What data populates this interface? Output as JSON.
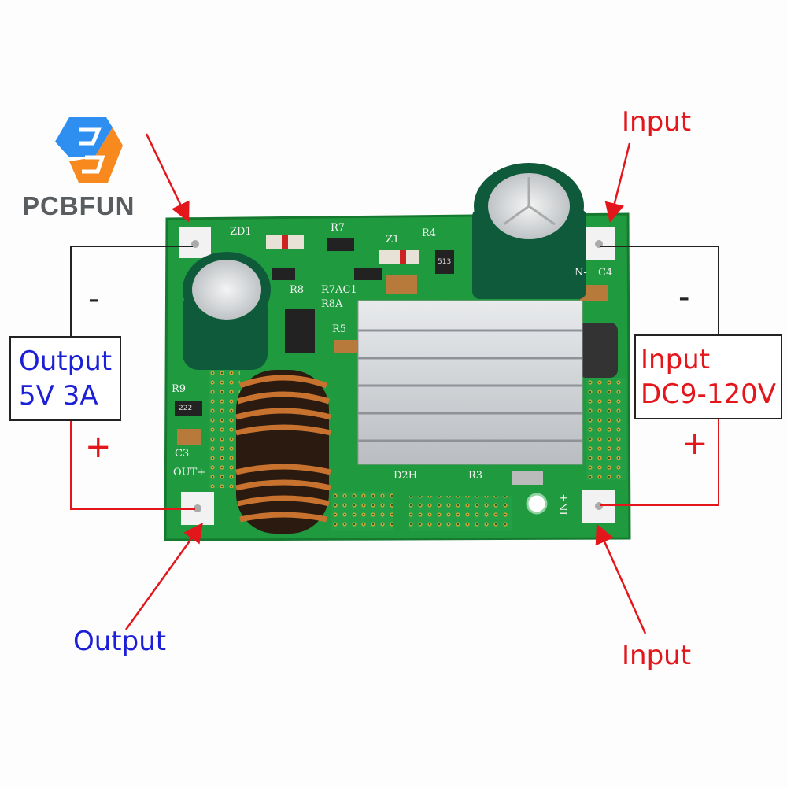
{
  "brand": {
    "name": "PCBFUN",
    "colors": {
      "blue": "#2f8ff0",
      "orange": "#f7891f",
      "text": "#5a5d60"
    }
  },
  "labels": {
    "input_top": "Input",
    "input_bottom": "Input",
    "output_bottom": "Output",
    "minus_left": "-",
    "minus_right": "-",
    "plus_left": "+",
    "plus_right": "+",
    "output_box": {
      "line1": "Output",
      "line2": "5V 3A"
    },
    "input_box": {
      "line1": "Input",
      "line2": "DC9-120V"
    }
  },
  "silkscreen": [
    "ZD1",
    "R7",
    "Z1",
    "R4",
    "R8",
    "R7AC1",
    "R8A",
    "R5",
    "R9",
    "C3",
    "OUT+",
    "D2H",
    "R3",
    "IN+",
    "N-",
    "C4",
    "513",
    "222"
  ],
  "colors": {
    "input": "#e3161b",
    "output": "#1b1fd6",
    "pcb": "#1f9a3e"
  }
}
